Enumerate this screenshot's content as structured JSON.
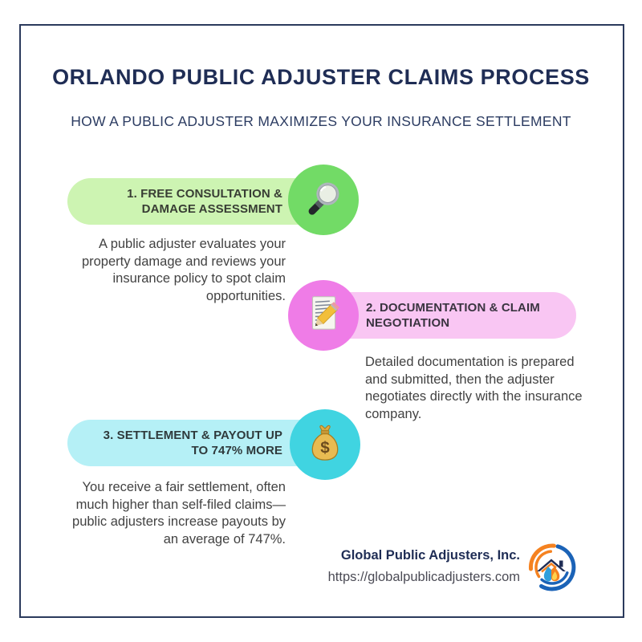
{
  "header": {
    "title": "ORLANDO PUBLIC ADJUSTER CLAIMS PROCESS",
    "subtitle": "HOW A PUBLIC ADJUSTER MAXIMIZES YOUR INSURANCE SETTLEMENT"
  },
  "steps": [
    {
      "label": "1. FREE CONSULTATION & DAMAGE ASSESSMENT",
      "description": "A public adjuster evaluates your property damage and reviews your insurance policy to spot claim opportunities.",
      "icon": "magnifying-glass-icon",
      "pill_color": "#cdf4b2",
      "circle_color": "#72db66",
      "align": "right"
    },
    {
      "label": "2. DOCUMENTATION & CLAIM NEGOTIATION",
      "description": "Detailed documentation is prepared and submitted, then the adjuster negotiates directly with the insurance company.",
      "icon": "memo-pencil-icon",
      "pill_color": "#f9c6f3",
      "circle_color": "#ef7ce7",
      "align": "left"
    },
    {
      "label": "3. SETTLEMENT & PAYOUT UP TO 747% MORE",
      "description": "You receive a fair settlement, often much higher than self-filed claims—public adjusters increase payouts by an average of 747%.",
      "icon": "money-bag-icon",
      "pill_color": "#b5f0f6",
      "circle_color": "#40d4e1",
      "align": "right"
    }
  ],
  "footer": {
    "company": "Global Public Adjusters, Inc.",
    "url": "https://globalpublicadjusters.com",
    "logo": "home-water-fire-logo"
  },
  "colors": {
    "frame_border": "#2b3a5c",
    "heading_navy": "#1f2d55",
    "body_text": "#424242",
    "logo_blue": "#1b63b7",
    "logo_orange": "#f58220"
  }
}
